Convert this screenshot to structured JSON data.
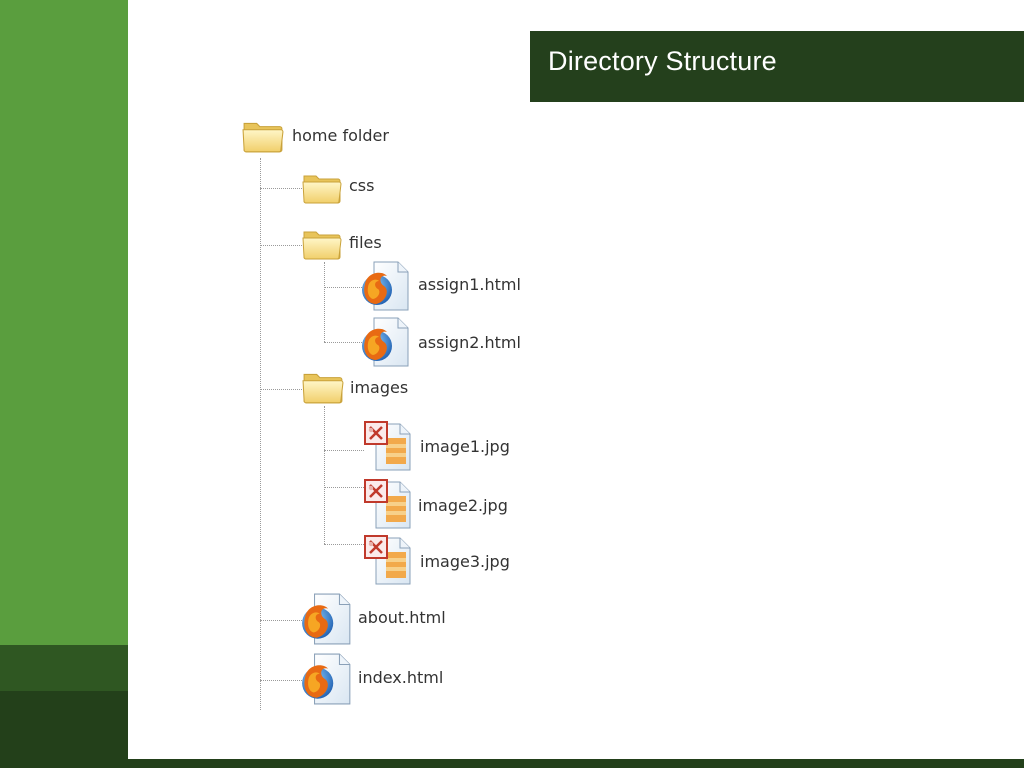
{
  "slide": {
    "title": "Directory Structure"
  },
  "tree": {
    "root": {
      "label": "home folder",
      "icon": "folder-icon"
    },
    "items": [
      {
        "label": "css",
        "icon": "folder-icon"
      },
      {
        "label": "files",
        "icon": "folder-icon"
      },
      {
        "label": "assign1.html",
        "icon": "firefox-html-file-icon"
      },
      {
        "label": "assign2.html",
        "icon": "firefox-html-file-icon"
      },
      {
        "label": "images",
        "icon": "folder-icon"
      },
      {
        "label": "image1.jpg",
        "icon": "image-file-icon"
      },
      {
        "label": "image2.jpg",
        "icon": "image-file-icon"
      },
      {
        "label": "image3.jpg",
        "icon": "image-file-icon"
      },
      {
        "label": "about.html",
        "icon": "firefox-html-file-icon"
      },
      {
        "label": "index.html",
        "icon": "firefox-html-file-icon"
      }
    ]
  },
  "colors": {
    "green_sidebar": "#5a9e3e",
    "dark_green": "#24401c",
    "mid_green": "#2f5722"
  }
}
